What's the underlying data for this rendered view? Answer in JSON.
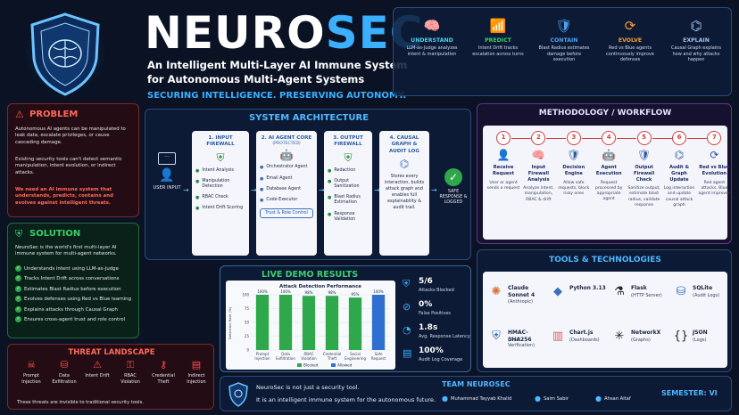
{
  "header": {
    "title_a": "NEURO",
    "title_b": "SEC",
    "subtitle_1": "An Intelligent Multi-Layer AI Immune System",
    "subtitle_2": "for Autonomous Multi-Agent Systems",
    "tagline": "SECURING INTELLIGENCE. PRESERVING AUTONOMY."
  },
  "features": [
    {
      "label": "UNDERSTAND",
      "desc": "LLM-as-Judge analyzes intent & manipulation",
      "icon": "brain-icon",
      "glyph": "🧠",
      "color": "#4fd0e8"
    },
    {
      "label": "PREDICT",
      "desc": "Intent Drift tracks escalation across turns",
      "icon": "bar-chart-icon",
      "glyph": "📶",
      "color": "#39d16a"
    },
    {
      "label": "CONTAIN",
      "desc": "Blast Radius estimates damage before execution",
      "icon": "shield-icon",
      "glyph": "🛡",
      "color": "#4fa0f0"
    },
    {
      "label": "EVOLVE",
      "desc": "Red vs Blue agents continuously improve defenses",
      "icon": "cycle-icon",
      "glyph": "⟳",
      "color": "#f0a030"
    },
    {
      "label": "EXPLAIN",
      "desc": "Causal Graph explains how and why attacks happen",
      "icon": "graph-icon",
      "glyph": "⌬",
      "color": "#9ac0f0"
    }
  ],
  "problem": {
    "title": "PROBLEM",
    "p1": "Autonomous AI agents can be manipulated to leak data, escalate privileges, or cause cascading damage.",
    "p2": "Existing security tools can't detect semantic manipulation, intent evolution, or indirect attacks.",
    "p3": "We need an AI immune system that understands, predicts, contains and evolves against intelligent threats."
  },
  "solution": {
    "title": "SOLUTION",
    "intro": "NeuroSec is the world's first multi-layer AI immune system for multi-agent networks.",
    "items": [
      "Understands intent using LLM-as-Judge",
      "Tracks Intent Drift across conversations",
      "Estimates Blast Radius before execution",
      "Evolves defenses using Red vs Blue learning",
      "Explains attacks through Causal Graph",
      "Ensures cross-agent trust and role control"
    ]
  },
  "threats": {
    "title": "THREAT LANDSCAPE",
    "items": [
      {
        "label": "Prompt Injection",
        "glyph": "☠"
      },
      {
        "label": "Data Exfiltration",
        "glyph": "⛁"
      },
      {
        "label": "Intent Drift",
        "glyph": "⚠"
      },
      {
        "label": "RBAC Violation",
        "glyph": "⚿"
      },
      {
        "label": "Credential Theft",
        "glyph": "⚷"
      },
      {
        "label": "Indirect Injection",
        "glyph": "▤"
      }
    ],
    "footer": "These threats are invisible to traditional security tools."
  },
  "architecture": {
    "title": "SYSTEM ARCHITECTURE",
    "user_input": "USER INPUT",
    "safe": "SAFE RESPONSE & LOGGED",
    "cols": [
      {
        "title": "1. INPUT FIREWALL",
        "sub": "",
        "items": [
          "Intent Analysis",
          "Manipulation Detection",
          "RBAC Check",
          "Intent Drift Scoring"
        ]
      },
      {
        "title": "2. AI AGENT CORE",
        "sub": "(PROTECTED)",
        "items": [
          "Orchestrator Agent",
          "Email Agent",
          "Database Agent",
          "Code Executor"
        ],
        "footer": "Trust & Role Control"
      },
      {
        "title": "3. OUTPUT FIREWALL",
        "sub": "",
        "items": [
          "Redaction",
          "Output Sanitization",
          "Blast Radius Estimation",
          "Response Validation"
        ]
      },
      {
        "title": "4. CAUSAL GRAPH & AUDIT LOG",
        "sub": "",
        "desc": "Stores every interaction, builds attack graph and enables full explainability & audit trail."
      }
    ]
  },
  "methodology": {
    "title": "METHODOLOGY / WORKFLOW",
    "steps": [
      {
        "n": "1",
        "title": "Receive Request",
        "desc": "User or agent sends a request",
        "glyph": "👤"
      },
      {
        "n": "2",
        "title": "Input Firewall Analysis",
        "desc": "Analyze intent, manipulation, RBAC & drift",
        "glyph": "🧠"
      },
      {
        "n": "3",
        "title": "Decision Engine",
        "desc": "Allow safe requests, block risky ones",
        "glyph": "🛡"
      },
      {
        "n": "4",
        "title": "Agent Execution",
        "desc": "Request processed by appropriate agent",
        "glyph": "🤖"
      },
      {
        "n": "5",
        "title": "Output Firewall Check",
        "desc": "Sanitize output, estimate blast radius, validate response",
        "glyph": "🛡"
      },
      {
        "n": "6",
        "title": "Audit & Graph Update",
        "desc": "Log interaction and update causal attack graph",
        "glyph": "⌬"
      },
      {
        "n": "7",
        "title": "Red vs Blue Evolution",
        "desc": "Red agent attacks, Blue agent improves",
        "glyph": "⟳"
      }
    ]
  },
  "demo": {
    "title": "LIVE DEMO RESULTS",
    "stats": [
      {
        "value": "5/6",
        "label": "Attacks Blocked"
      },
      {
        "value": "0%",
        "label": "False Positives"
      },
      {
        "value": "1.8s",
        "label": "Avg. Response Latency"
      },
      {
        "value": "100%",
        "label": "Audit Log Coverage"
      }
    ]
  },
  "chart_data": {
    "type": "bar",
    "title": "Attack Detection Performance",
    "ylabel": "Detection Rate (%)",
    "categories": [
      "Prompt Injection",
      "Data Exfiltration",
      "RBAC Violation",
      "Credential Theft",
      "Social Engineering",
      "Safe Request"
    ],
    "values": [
      100,
      100,
      98,
      98,
      95,
      100
    ],
    "labels": [
      "100%",
      "100%",
      "98%",
      "98%",
      "95%",
      "100%"
    ],
    "series_status": [
      "Blocked",
      "Blocked",
      "Blocked",
      "Blocked",
      "Blocked",
      "Allowed"
    ],
    "legend": [
      "Blocked",
      "Allowed"
    ],
    "colors": {
      "Blocked": "#2ea84a",
      "Allowed": "#2f6fd0"
    },
    "ylim": [
      0,
      100
    ]
  },
  "tech": {
    "title": "TOOLS & TECHNOLOGIES",
    "items": [
      {
        "name": "Claude Sonnet 4",
        "sub": "(Anthropic)",
        "glyph": "✺",
        "color": "#d8743a"
      },
      {
        "name": "Python 3.13",
        "sub": "",
        "glyph": "◆",
        "color": "#3a70b8"
      },
      {
        "name": "Flask",
        "sub": "(HTTP Server)",
        "glyph": "⚗",
        "color": "#222"
      },
      {
        "name": "SQLite",
        "sub": "(Audit Logs)",
        "glyph": "⛁",
        "color": "#3a70b8"
      },
      {
        "name": "HMAC-SHA256",
        "sub": "(Trust Verification)",
        "glyph": "⛨",
        "color": "#3a70b8"
      },
      {
        "name": "Chart.js",
        "sub": "(Dashboards)",
        "glyph": "▥",
        "color": "#e05a60"
      },
      {
        "name": "NetworkX",
        "sub": "(Graphs)",
        "glyph": "✳",
        "color": "#222"
      },
      {
        "name": "JSON",
        "sub": "(Logs)",
        "glyph": "{}",
        "color": "#222"
      }
    ]
  },
  "footer": {
    "line1": "NeuroSec is not just a security tool.",
    "line2": "It is an intelligent immune system for the autonomous future.",
    "team_title": "TEAM NEUROSEC",
    "members": [
      "Muhammad Tayyab Khalid",
      "Saim Sabir",
      "Ahsan Altaf"
    ],
    "semester": "SEMESTER: VI"
  }
}
